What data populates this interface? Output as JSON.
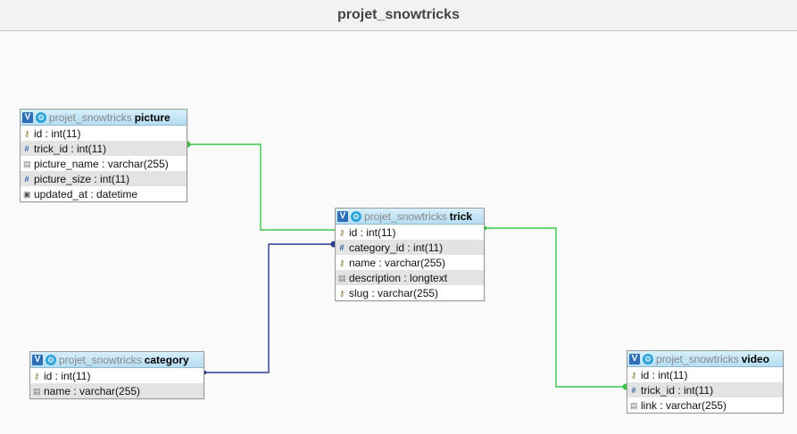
{
  "title": "projet_snowtricks",
  "toggle_glyph": "V",
  "tables": {
    "picture": {
      "db": "projet_snowtricks",
      "name": "picture",
      "columns": [
        {
          "text": "id : int(11)",
          "icon": "key-icon"
        },
        {
          "text": "trick_id : int(11)",
          "icon": "numeric-icon"
        },
        {
          "text": "picture_name : varchar(255)",
          "icon": "text-icon"
        },
        {
          "text": "picture_size : int(11)",
          "icon": "numeric-icon"
        },
        {
          "text": "updated_at : datetime",
          "icon": "date-icon"
        }
      ]
    },
    "trick": {
      "db": "projet_snowtricks",
      "name": "trick",
      "columns": [
        {
          "text": "id : int(11)",
          "icon": "key-icon"
        },
        {
          "text": "category_id : int(11)",
          "icon": "numeric-icon"
        },
        {
          "text": "name : varchar(255)",
          "icon": "key-icon"
        },
        {
          "text": "description : longtext",
          "icon": "text-icon"
        },
        {
          "text": "slug : varchar(255)",
          "icon": "key-icon"
        }
      ]
    },
    "category": {
      "db": "projet_snowtricks",
      "name": "category",
      "columns": [
        {
          "text": "id : int(11)",
          "icon": "key-icon"
        },
        {
          "text": "name : varchar(255)",
          "icon": "text-icon"
        }
      ]
    },
    "video": {
      "db": "projet_snowtricks",
      "name": "video",
      "columns": [
        {
          "text": "id : int(11)",
          "icon": "key-icon"
        },
        {
          "text": "trick_id : int(11)",
          "icon": "numeric-icon"
        },
        {
          "text": "link : varchar(255)",
          "icon": "text-icon"
        }
      ]
    }
  },
  "relations": [
    {
      "from": "picture.trick_id",
      "to": "trick.id",
      "color": "#3cc44a"
    },
    {
      "from": "trick.category_id",
      "to": "category.id",
      "color": "#2a3a8c"
    },
    {
      "from": "video.trick_id",
      "to": "trick.id",
      "color": "#3cc44a"
    }
  ],
  "colors": {
    "header_gradient_top": "#d6effa",
    "header_gradient_bottom": "#b6def2",
    "row_alt": "#e3e3e3",
    "toggle": "#2f6fb7",
    "config": "#2aa3d8"
  }
}
